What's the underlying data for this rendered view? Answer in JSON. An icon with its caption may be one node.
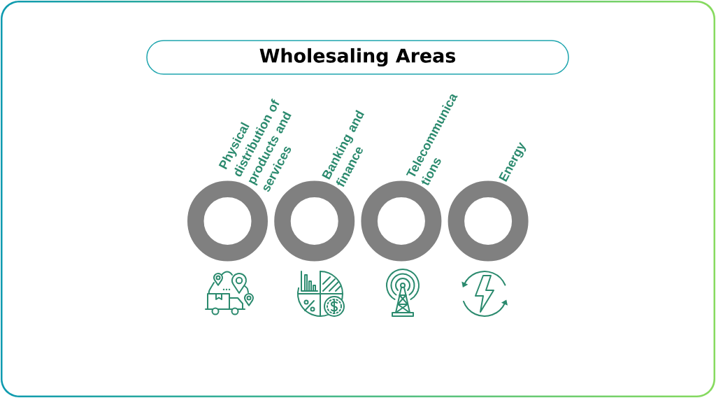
{
  "diagram": {
    "title": "Wholesaling Areas",
    "nodes": [
      {
        "text": [
          "Physical distribution of products and services"
        ]
      },
      {
        "text": [
          "Banking and finance"
        ]
      },
      {
        "text": [
          "Telecommunica tions"
        ]
      },
      {
        "text": [
          "Energy"
        ]
      }
    ]
  }
}
